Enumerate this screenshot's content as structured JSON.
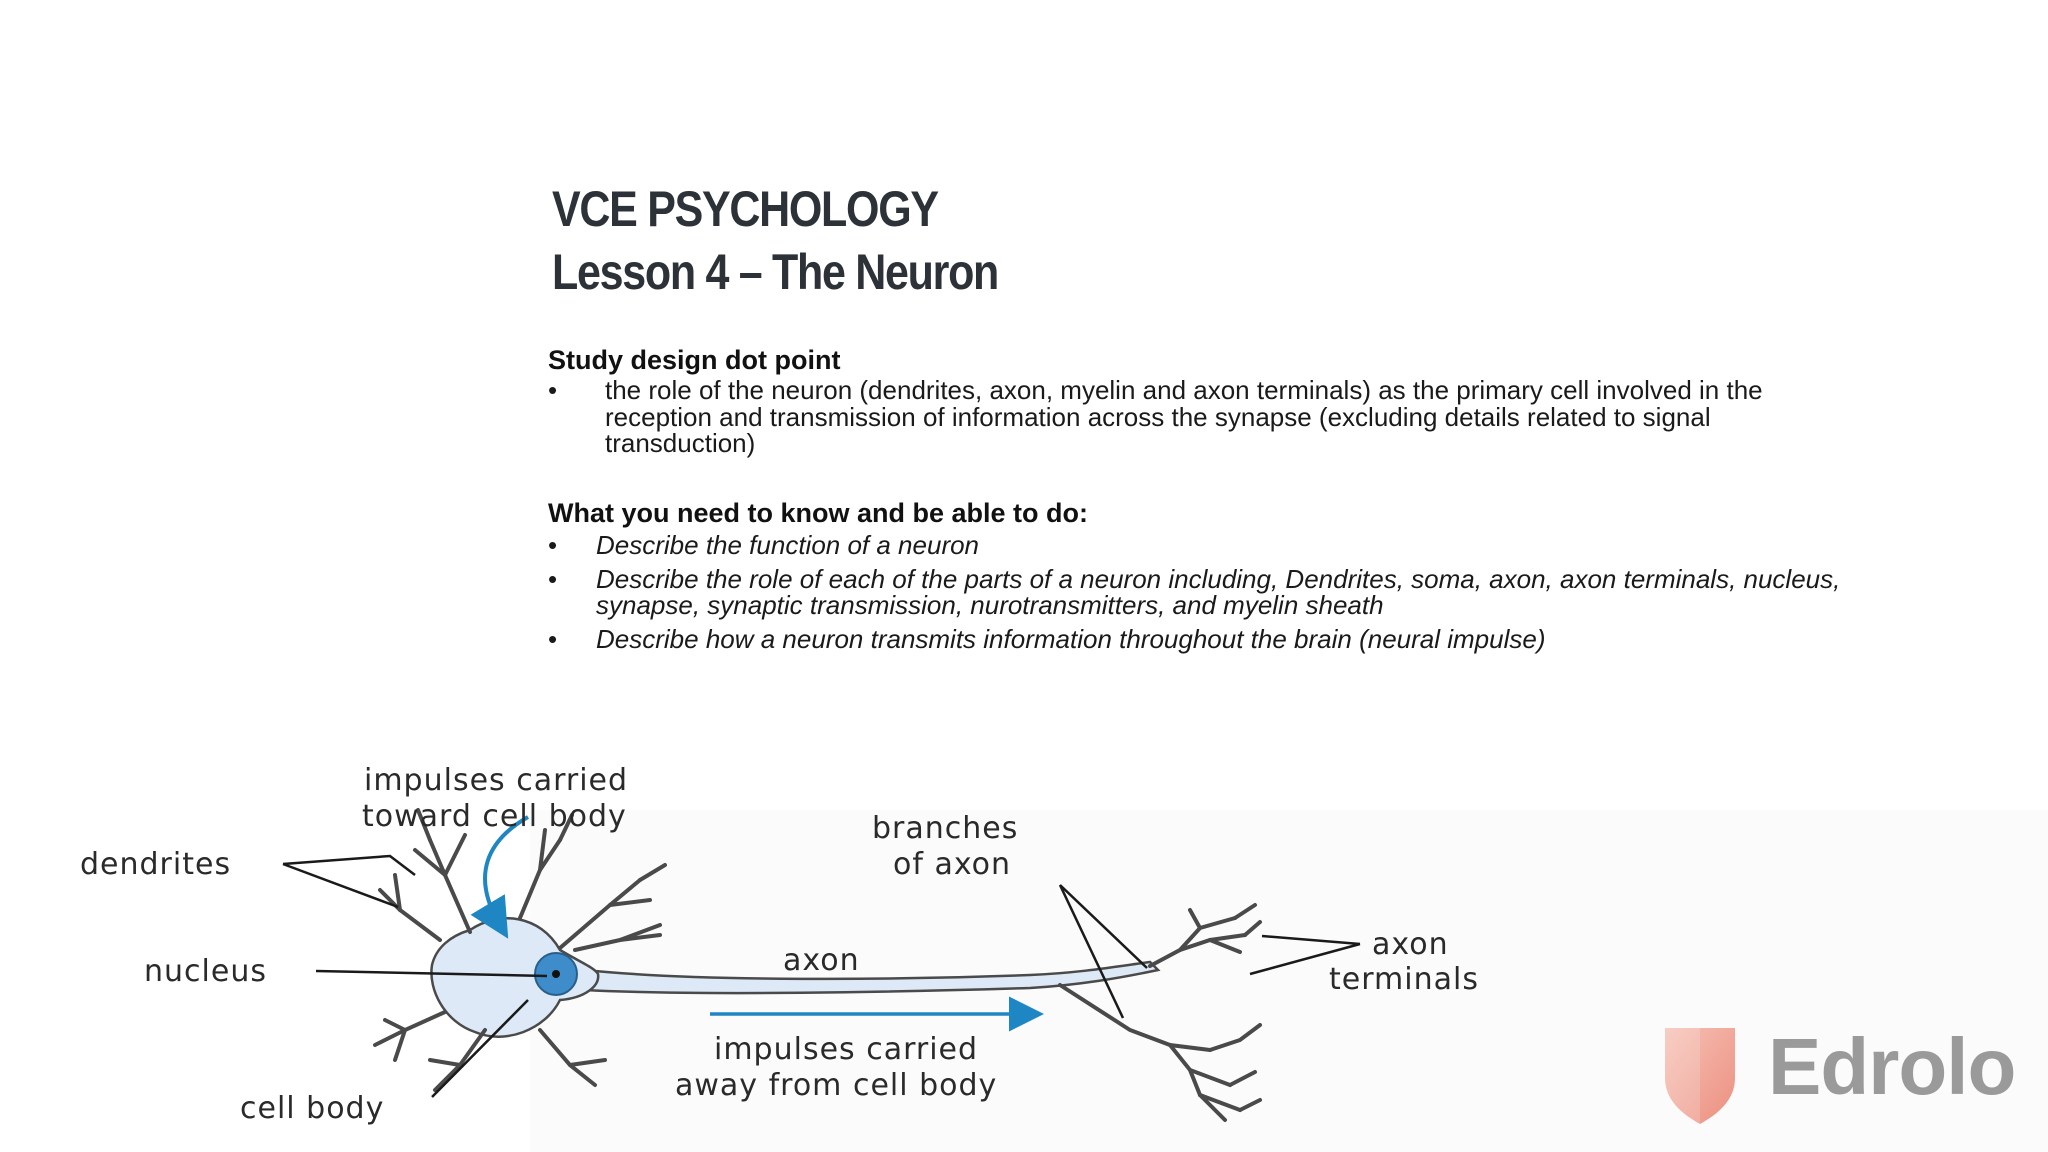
{
  "header": {
    "course": "VCE PSYCHOLOGY",
    "lesson": "Lesson 4 – The Neuron"
  },
  "study_design": {
    "heading": "Study design dot point",
    "bullet": "•",
    "points": [
      "the role of the neuron (dendrites, axon, myelin and axon terminals) as the primary cell involved in the reception and transmission of information across the synapse (excluding details related to signal transduction)"
    ]
  },
  "know": {
    "heading": "What you need to know and be able to do:",
    "bullet": "•",
    "points": [
      "Describe the function of a neuron",
      "Describe the role of each of the parts of a neuron including, Dendrites,  soma, axon, axon terminals, nucleus, synapse, synaptic transmission, nurotransmitters, and myelin sheath",
      "Describe how a neuron transmits information throughout the brain (neural impulse)"
    ]
  },
  "diagram": {
    "labels": {
      "impulses_toward_1": "impulses carried",
      "impulses_toward_2": "toward cell body",
      "dendrites": "dendrites",
      "nucleus": "nucleus",
      "cell_body": "cell body",
      "branches_1": "branches",
      "branches_2": "of axon",
      "axon": "axon",
      "terminals_1": "axon",
      "terminals_2": "terminals",
      "impulses_away_1": "impulses carried",
      "impulses_away_2": "away from cell body"
    },
    "colors": {
      "cell_fill": "#dde9f6",
      "outline": "#4a4a4a",
      "arrow": "#1f86c4",
      "nucleus": "#3f8ccb"
    }
  },
  "brand": {
    "name": "Edrolo",
    "colors": {
      "shield": "#f0a99a",
      "text": "#9a9a9a"
    }
  }
}
